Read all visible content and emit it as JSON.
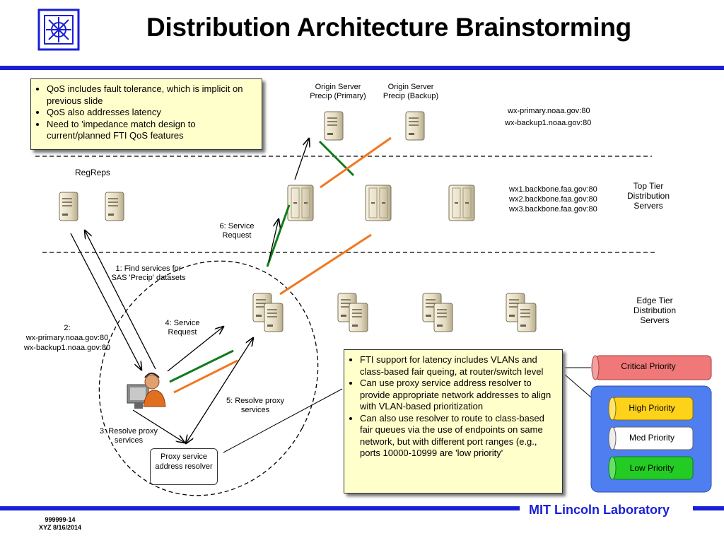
{
  "title": "Distribution Architecture Brainstorming",
  "footer": {
    "lab": "MIT Lincoln Laboratory",
    "doc_number": "999999-14",
    "doc_author_date": "XYZ 8/16/2014"
  },
  "callout_top": {
    "bullets": [
      "QoS includes fault tolerance, which is implicit on previous slide",
      "QoS also addresses latency",
      "Need to 'impedance match design to current/planned FTI QoS features"
    ]
  },
  "callout_bottom": {
    "bullets": [
      "FTI support for latency includes VLANs and class-based fair queing, at router/switch level",
      "Can use proxy service address resolver to provide appropriate network addresses to align with VLAN-based prioritization",
      "Can also use resolver to route to class-based fair queues via the use of endpoints on same network, but with different port ranges (e.g., ports 10000-10999 are 'low priority'"
    ]
  },
  "origin": {
    "primary_label": "Origin Server Precip (Primary)",
    "backup_label": "Origin Server Precip (Backup)",
    "addr_primary": "wx-primary.noaa.gov:80",
    "addr_backup": "wx-backup1.noaa.gov:80"
  },
  "regreps_label": "RegReps",
  "top_tier": {
    "label": "Top Tier Distribution Servers",
    "addr1": "wx1.backbone.faa.gov:80",
    "addr2": "wx2.backbone.faa.gov:80",
    "addr3": "wx3.backbone.faa.gov:80"
  },
  "edge_tier_label": "Edge Tier Distribution Servers",
  "steps": {
    "s1": "1: Find services for SAS 'Precip' datasets",
    "s2_title": "2:",
    "s2_addr1": "wx-primary.noaa.gov:80",
    "s2_addr2": "wx-backup1.noaa.gov:80",
    "s3": "3: Resolve proxy services",
    "s4": "4: Service Request",
    "s5": "5: Resolve proxy services",
    "s6": "6: Service Request"
  },
  "proxy_label": "Proxy service address resolver",
  "priorities": {
    "critical": "Critical Priority",
    "high": "High Priority",
    "med": "Med Priority",
    "low": "Low Priority"
  },
  "colors": {
    "brand_blue": "#1a1fd6",
    "green_path": "#117a1a",
    "orange_path": "#f07820",
    "critical": "#f07878",
    "high": "#ffd21a",
    "med": "#ffffff",
    "low": "#22cc22",
    "group_bg": "#4f7ef0"
  }
}
